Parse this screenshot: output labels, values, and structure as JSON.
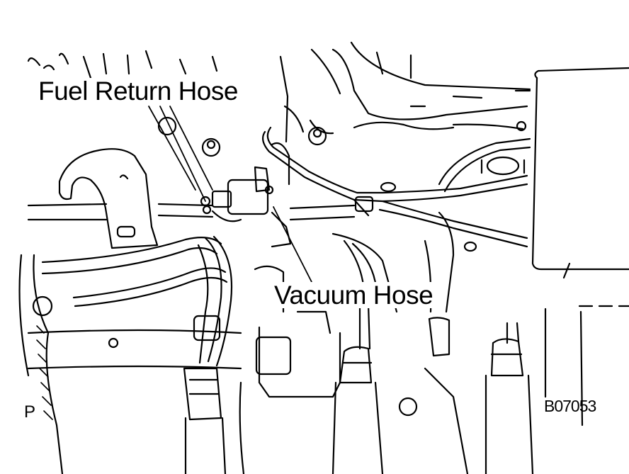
{
  "labels": {
    "fuel_return_hose": "Fuel Return Hose",
    "vacuum_hose": "Vacuum Hose",
    "view_marker": "P",
    "figure_code": "B07053"
  },
  "colors": {
    "line": "#000000",
    "background": "#ffffff"
  }
}
